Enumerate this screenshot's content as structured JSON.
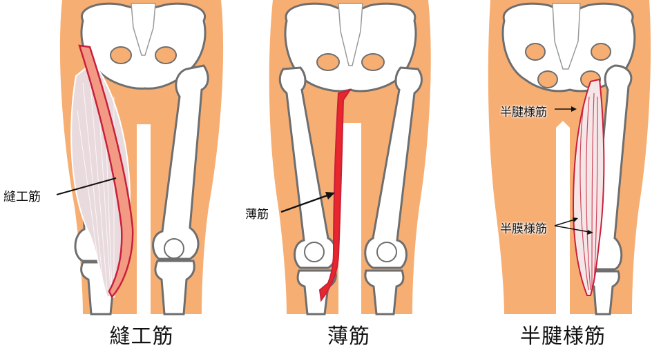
{
  "colors": {
    "skin": "#F7AE73",
    "bone_fill": "#FFFFFF",
    "bone_outline": "#6E6E6E",
    "muscle_outline": "#C8203A",
    "muscle_red": "#E8262C",
    "muscle_pale": "#E9DADD",
    "text": "#111111",
    "background": "#FFFFFF"
  },
  "panels": [
    {
      "id": "sartorius",
      "caption": "縫工筋",
      "labels": [
        {
          "text": "縫工筋",
          "points_to": "sartorius-muscle"
        }
      ]
    },
    {
      "id": "gracilis",
      "caption": "薄筋",
      "labels": [
        {
          "text": "薄筋",
          "points_to": "gracilis-muscle"
        }
      ]
    },
    {
      "id": "hamstrings-medial",
      "caption": "半腱様筋",
      "labels": [
        {
          "text": "半腱様筋",
          "points_to": "semitendinosus-muscle"
        },
        {
          "text": "半膜様筋",
          "points_to": "semimembranosus-muscle"
        }
      ]
    }
  ]
}
